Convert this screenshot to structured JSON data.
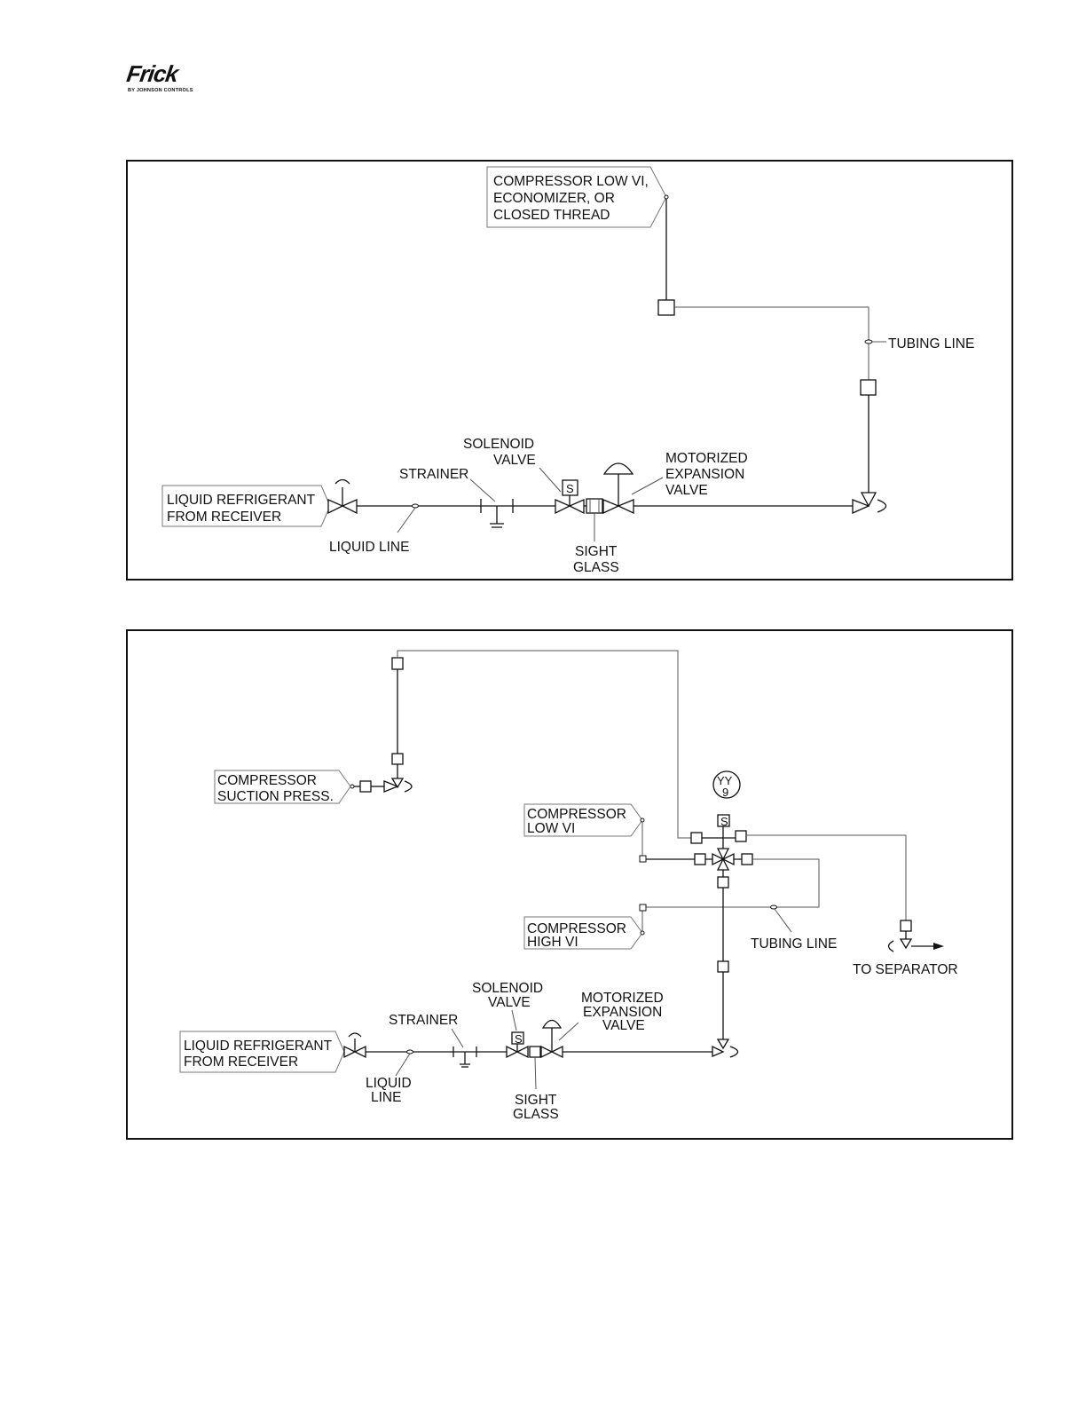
{
  "logo": {
    "brand": "Frick",
    "tagline": "BY JOHNSON CONTROLS"
  },
  "figure1": {
    "compressor_port_line1": "COMPRESSOR LOW VI,",
    "compressor_port_line2": "ECONOMIZER, OR",
    "compressor_port_line3": "CLOSED THREAD",
    "tubing_line": "TUBING LINE",
    "solenoid_line1": "SOLENOID",
    "solenoid_line2": "VALVE",
    "solenoid_symbol": "S",
    "strainer": "STRAINER",
    "motorized_line1": "MOTORIZED",
    "motorized_line2": "EXPANSION",
    "motorized_line3": "VALVE",
    "source_line1": "LIQUID REFRIGERANT",
    "source_line2": "FROM RECEIVER",
    "liquid_line": "LIQUID LINE",
    "sight_line1": "SIGHT",
    "sight_line2": "GLASS"
  },
  "figure2": {
    "suction_line1": "COMPRESSOR",
    "suction_line2": "SUCTION PRESS.",
    "tag_line1": "YY",
    "tag_line2": "9",
    "solenoid_symbol_top": "S",
    "low_vi_line1": "COMPRESSOR",
    "low_vi_line2": "LOW VI",
    "high_vi_line1": "COMPRESSOR",
    "high_vi_line2": "HIGH VI",
    "tubing_line": "TUBING LINE",
    "to_separator": "TO SEPARATOR",
    "solenoid_line1": "SOLENOID",
    "solenoid_line2": "VALVE",
    "solenoid_symbol": "S",
    "motorized_line1": "MOTORIZED",
    "motorized_line2": "EXPANSION",
    "motorized_line3": "VALVE",
    "strainer": "STRAINER",
    "source_line1": "LIQUID REFRIGERANT",
    "source_line2": "FROM RECEIVER",
    "liquid_line1": "LIQUID",
    "liquid_line2": "LINE",
    "sight_line1": "SIGHT",
    "sight_line2": "GLASS"
  }
}
